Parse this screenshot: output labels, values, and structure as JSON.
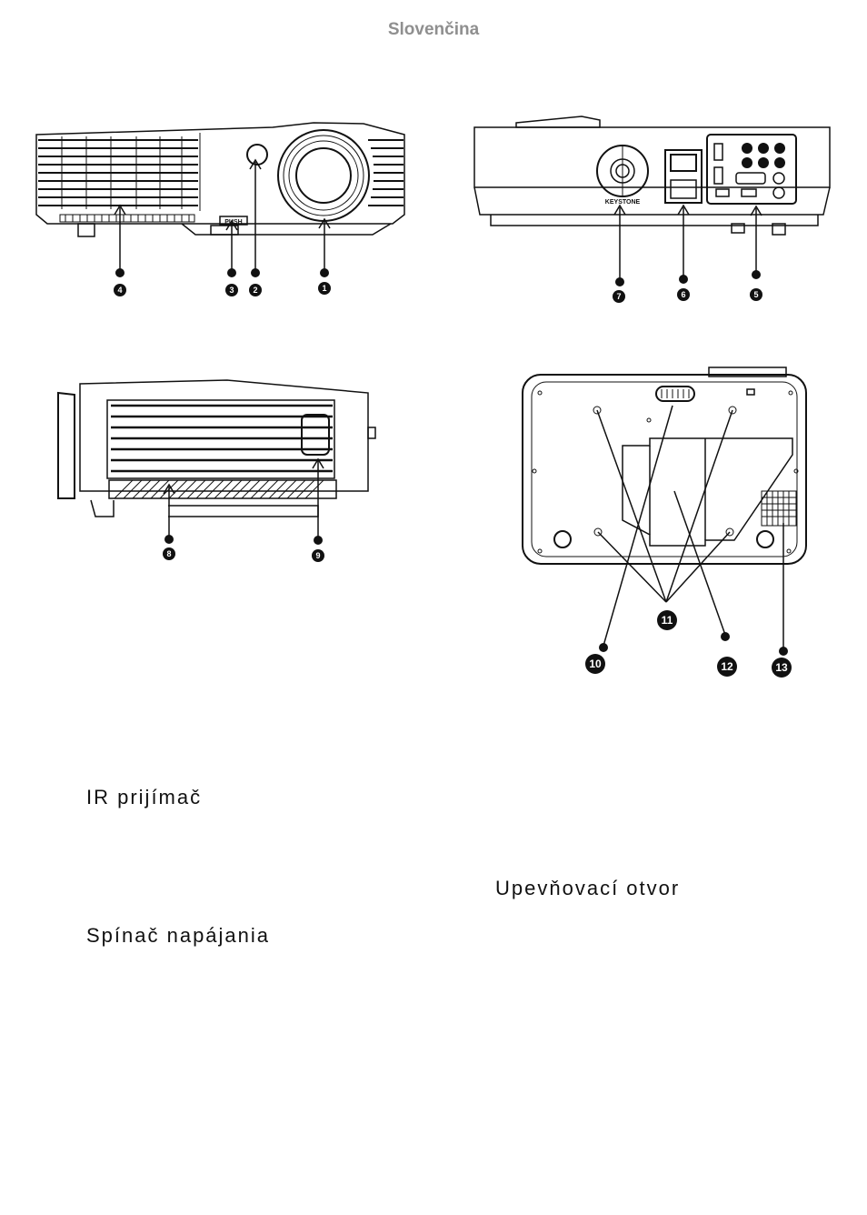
{
  "header": {
    "language": "Slovenčina"
  },
  "figures": {
    "front": {
      "push_label": "PUSH",
      "callouts": [
        "4",
        "3",
        "2",
        "1"
      ]
    },
    "rear": {
      "keystone_label": "KEYSTONE",
      "callouts": [
        "7",
        "6",
        "5"
      ]
    },
    "side": {
      "callouts": [
        "8",
        "9"
      ]
    },
    "bottom": {
      "callouts": [
        "11",
        "10",
        "12",
        "13"
      ]
    }
  },
  "labels": {
    "ir_receiver": "IR prijímač",
    "mounting_hole": "Upevňovací otvor",
    "power_switch": "Spínač napájania"
  }
}
